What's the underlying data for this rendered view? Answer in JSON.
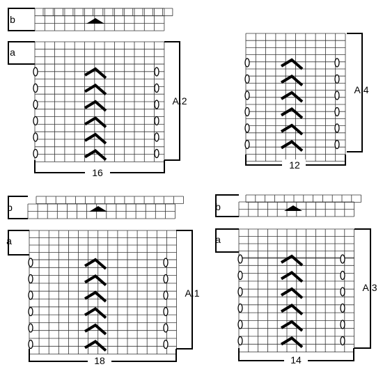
{
  "charts": [
    {
      "id": "A.2",
      "name": "A.2",
      "stitch_count": "16",
      "row_labels": {
        "a": "a",
        "b": "b"
      }
    },
    {
      "id": "A.4",
      "name": "A.4",
      "stitch_count": "12",
      "row_labels": {}
    },
    {
      "id": "A.1",
      "name": "A.1",
      "stitch_count": "18",
      "row_labels": {
        "a": "a",
        "b": "b"
      }
    },
    {
      "id": "A.3",
      "name": "A.3",
      "stitch_count": "14",
      "row_labels": {
        "a": "a",
        "b": "b"
      }
    }
  ],
  "symbols": {
    "cable": "chevron-cable-icon",
    "twist": "oval-twist-icon",
    "decrease": "triangle-decrease-icon"
  },
  "colors": {
    "line": "#000000",
    "grid": "#333333"
  }
}
